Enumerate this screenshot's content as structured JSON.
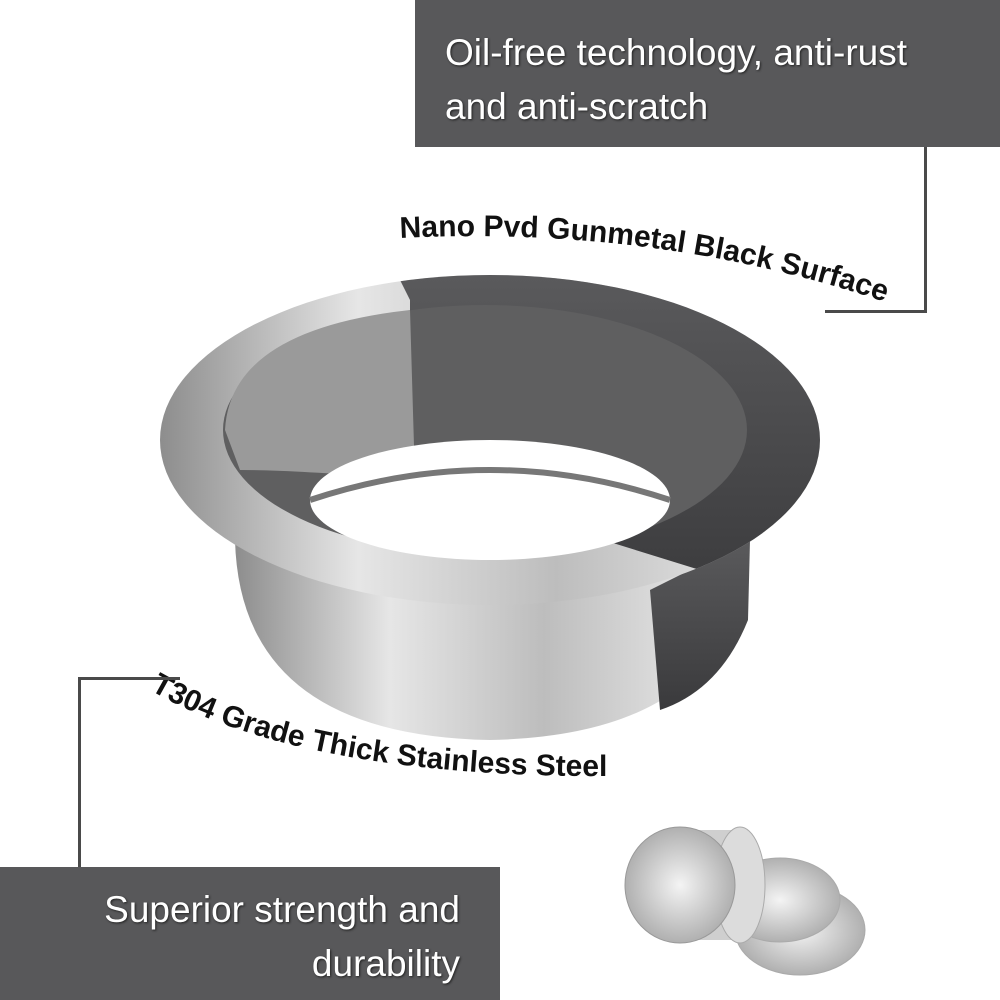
{
  "callout_top": {
    "line1": "Oil-free technology, anti-rust",
    "line2": "and anti-scratch"
  },
  "callout_bottom": {
    "line1": "Superior strength and",
    "line2": "durability"
  },
  "labels": {
    "surface": "Nano Pvd Gunmetal Black Surface",
    "steel": "T304 Grade Thick Stainless Steel"
  },
  "colors": {
    "callout_bg": "#58585a",
    "gunmetal": "#4a4a4c",
    "steel": "#c8c8c8"
  }
}
